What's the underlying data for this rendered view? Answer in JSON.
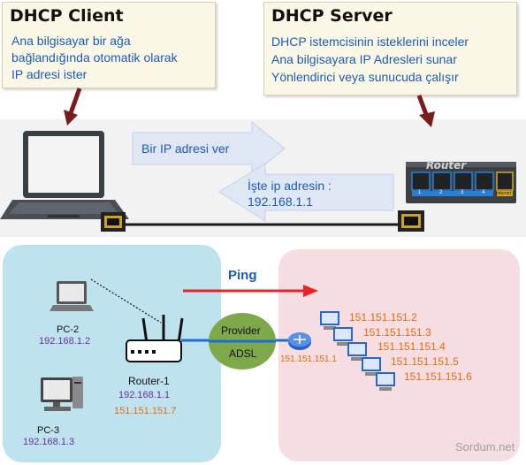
{
  "top": {
    "client": {
      "title": "DHCP Client",
      "lines": [
        "Ana bilgisayar bir ağa",
        "bağlandığında otomatik olarak",
        "IP adresi ister"
      ]
    },
    "server": {
      "title": "DHCP Server",
      "lines": [
        "DHCP istemcisinin isteklerini inceler",
        "Ana bilgisayara IP Adresleri sunar",
        "Yönlendirici veya sunucuda çalışır"
      ]
    },
    "arrow_request": "Bir IP adresi ver",
    "arrow_reply_line1": "İşte ip adresin :",
    "arrow_reply_line2": "192.168.1.1",
    "router_device_label": "Router",
    "router_port_labels": [
      "1",
      "2",
      "3",
      "4",
      "Internet"
    ],
    "colors": {
      "callout_text": "#1c5bb5",
      "arrow_fill": "#dfe6f4",
      "pointer_arrow": "#7a1c1c"
    }
  },
  "bottom": {
    "ping_label": "Ping",
    "pc2_name": "PC-2",
    "pc2_ip": "192.168.1.2",
    "pc3_name": "PC-3",
    "pc3_ip": "192.168.1.3",
    "router1_name": "Router-1",
    "router1_lan_ip": "192.168.1.1",
    "router1_wan_ip": "151.151.151.7",
    "provider_label": "Provider",
    "adsl_label": "ADSL",
    "gateway_ip": "151.151.151.1",
    "servers": [
      "151.151.151.2",
      "151.151.151.3",
      "151.151.151.4",
      "151.151.151.5",
      "151.151.151.6"
    ],
    "watermark": "Sordum.net",
    "colors": {
      "lan_zone": "#bfe2ef",
      "wan_zone": "#f6dde2",
      "ping_arrow": "#e8232a",
      "link_blue": "#1a6ed8",
      "provider_oval": "#7fa84a",
      "ip_purple": "#6a2fa0",
      "ip_orange": "#e46b0e"
    }
  }
}
